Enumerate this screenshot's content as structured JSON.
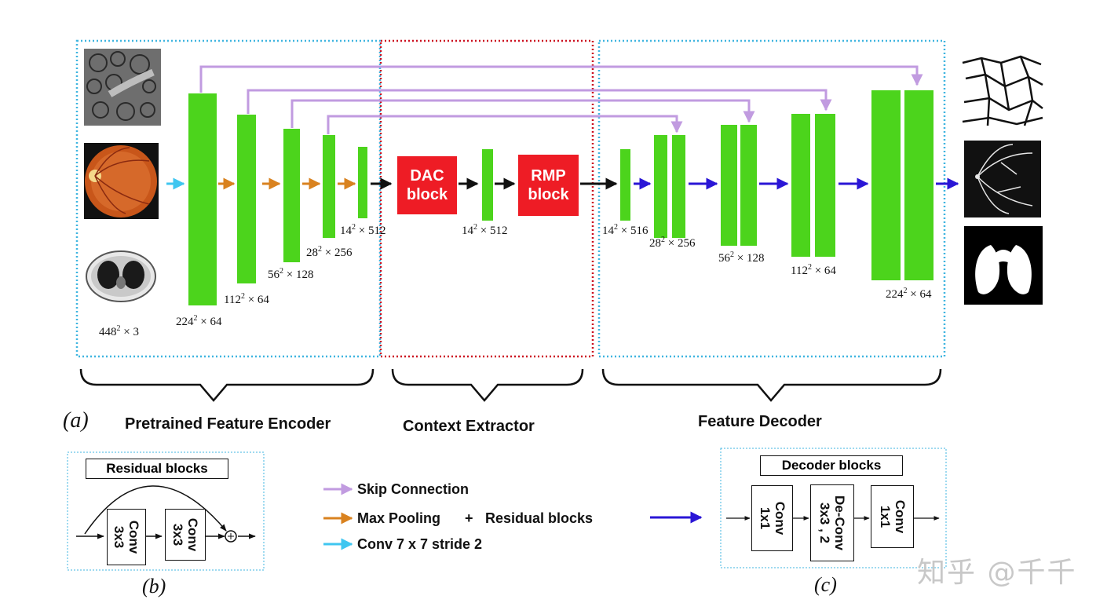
{
  "sections": {
    "panel_a": "(a)",
    "panel_b": "(b)",
    "panel_c": "(c)",
    "encoder": "Pretrained Feature Encoder",
    "context": "Context Extractor",
    "decoder": "Feature Decoder"
  },
  "encoder_labels": {
    "input": [
      "448",
      "2",
      " × 3"
    ],
    "e1": [
      "224",
      "2",
      " × 64"
    ],
    "e2": [
      "112",
      "2",
      " × 64"
    ],
    "e3": [
      "56",
      "2",
      " × 128"
    ],
    "e4": [
      "28",
      "2",
      " × 256"
    ],
    "e5": [
      "14",
      "2",
      " × 512"
    ]
  },
  "context_labels": {
    "dac": "DAC\nblock",
    "dac_line1": "DAC",
    "dac_line2": "block",
    "rmp_line1": "RMP",
    "rmp_line2": "block",
    "mid": [
      "14",
      "2",
      " × 512"
    ]
  },
  "decoder_labels": {
    "d0": [
      "14",
      "2",
      " × 516"
    ],
    "d1": [
      "28",
      "2",
      " × 256"
    ],
    "d2": [
      "56",
      "2",
      " × 128"
    ],
    "d3": [
      "112",
      "2",
      " × 64"
    ],
    "d4": [
      "224",
      "2",
      " × 64"
    ]
  },
  "legend": {
    "skip": "Skip Connection",
    "maxpool": "Max Pooling",
    "plus": "+",
    "residual": "Residual blocks",
    "conv": "Conv 7 x 7 stride 2"
  },
  "residual_box": {
    "title": "Residual blocks",
    "conv1_l1": "Conv",
    "conv1_l2": "3x3",
    "conv2_l1": "Conv",
    "conv2_l2": "3x3"
  },
  "decoder_box": {
    "title": "Decoder blocks",
    "b1_l1": "Conv",
    "b1_l2": "1x1",
    "b2_l1": "De-Conv",
    "b2_l2": "3x3 , 2",
    "b3_l1": "Conv",
    "b3_l2": "1x1"
  },
  "watermark": "知乎 @千千",
  "colors": {
    "feature_map": "#4cd41c",
    "context_block": "#ee1c25",
    "skip_arrow": "#c19be0",
    "maxpool_arrow": "#d9821f",
    "conv_arrow": "#3fc6f0",
    "decoder_arrow": "#2a16d6",
    "encoder_border": "#3fb5e0",
    "context_border": "#cc1020"
  }
}
